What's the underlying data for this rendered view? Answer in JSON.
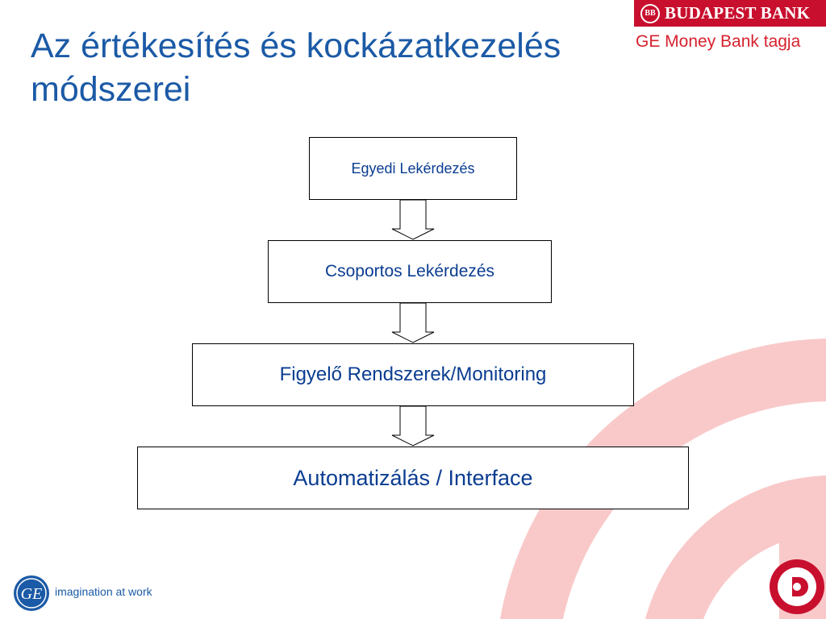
{
  "header": {
    "bank_name": "BUDAPEST BANK",
    "emblem_text": "BB",
    "tagline": "GE Money Bank tagja"
  },
  "title": "Az értékesítés és kockázatkezelés módszerei",
  "flow": {
    "steps": [
      "Egyedi Lekérdezés",
      "Csoportos Lekérdezés",
      "Figyelő Rendszerek/Monitoring",
      "Automatizálás / Interface"
    ]
  },
  "footer": {
    "ge_logo_text": "GE",
    "ge_tagline": "imagination at work"
  },
  "colors": {
    "title": "#1b5aa6",
    "step_text": "#0b3d91",
    "brand_red": "#c8102e",
    "swirl_pink": "#f9c9c9",
    "ge_blue": "#1b5aa6"
  }
}
